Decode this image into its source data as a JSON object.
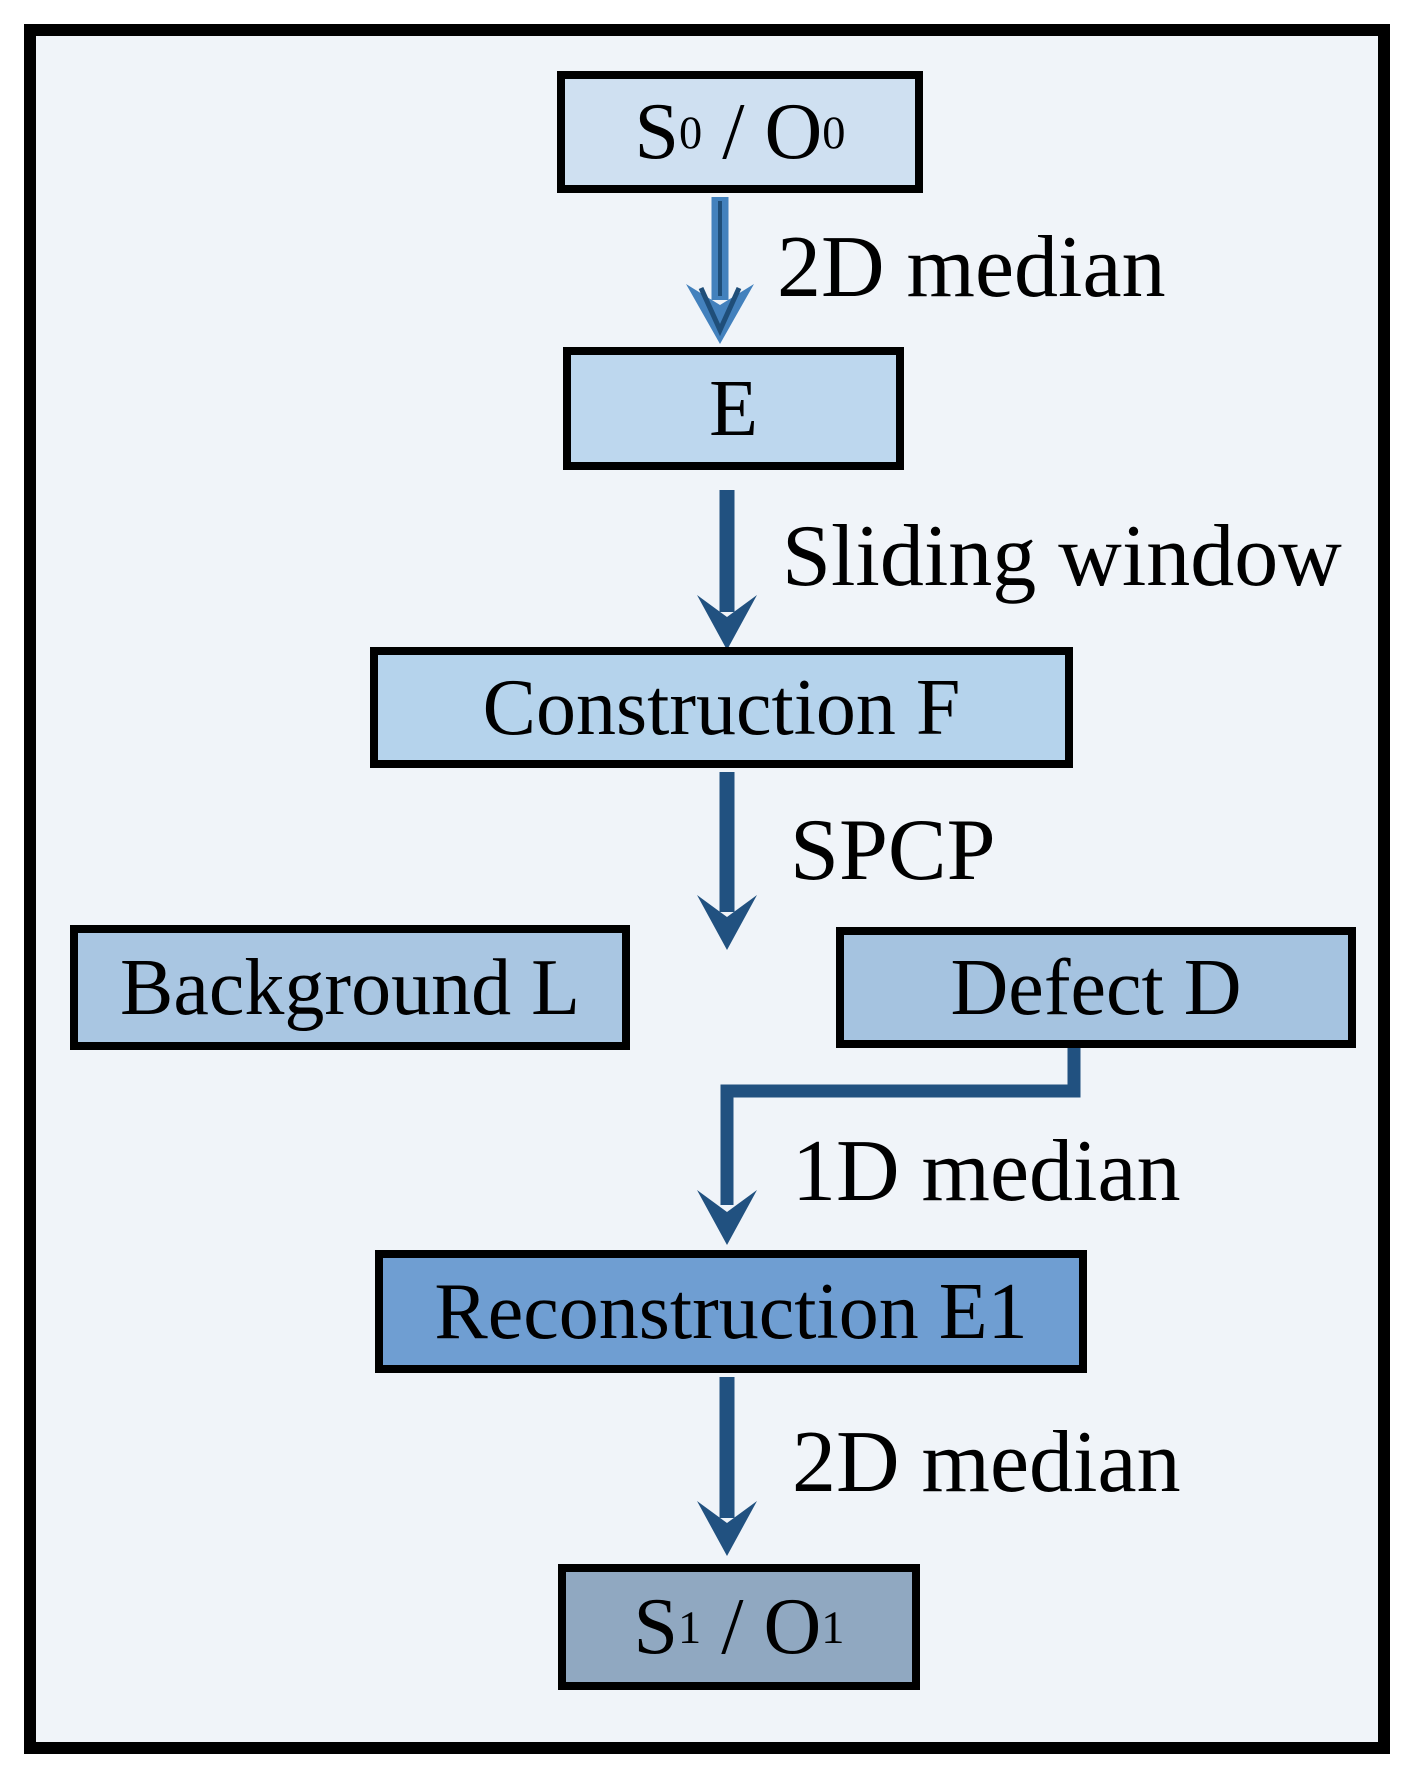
{
  "figure": {
    "background_color": "#f0f4f9",
    "frame_color": "#000000",
    "arrow_color": "#215180",
    "first_arrow_fill": "#4381bd",
    "first_arrow_inner": "#1f4e79"
  },
  "nodes": [
    {
      "name": "input",
      "text_main": "S",
      "text_sub1": "0",
      "text_mid": " / O",
      "text_sub2": "0",
      "fill": "#cfe0f1"
    },
    {
      "name": "e-matrix",
      "label": "E",
      "fill": "#bdd7ee"
    },
    {
      "name": "construction",
      "label": "Construction F",
      "fill": "#b5d3ec"
    },
    {
      "name": "background",
      "label": "Background L",
      "fill": "#a9c6e2"
    },
    {
      "name": "defect",
      "label": "Defect D",
      "fill": "#a5c3e0"
    },
    {
      "name": "reconstruction",
      "label": "Reconstruction E1",
      "fill": "#6f9ed2"
    },
    {
      "name": "output",
      "text_main": "S",
      "text_sub1": "1",
      "text_mid": " / O",
      "text_sub2": "1",
      "fill": "#90a8c1"
    }
  ],
  "edges": [
    {
      "from": "S0 / O0",
      "to": "E",
      "label": "2D median"
    },
    {
      "from": "E",
      "to": "Construction F",
      "label": "Sliding window"
    },
    {
      "from": "Construction F",
      "to": "Background L / Defect D",
      "label": "SPCP"
    },
    {
      "from": "Defect D",
      "to": "Reconstruction E1",
      "label": "1D median"
    },
    {
      "from": "Reconstruction E1",
      "to": "S1 / O1",
      "label": "2D median"
    }
  ]
}
